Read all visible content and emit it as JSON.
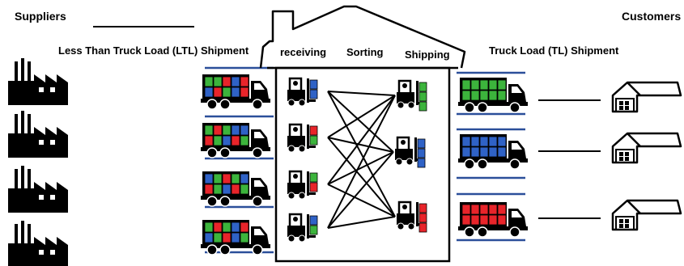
{
  "labels": {
    "suppliers": "Suppliers",
    "customers": "Customers",
    "ltl": "Less Than Truck Load (LTL) Shipment",
    "tl": "Truck Load (TL) Shipment",
    "receiving": "receiving",
    "sorting": "Sorting",
    "shipping": "Shipping"
  },
  "colors": {
    "red": "#e8242a",
    "green": "#3cb43c",
    "blue": "#2f62c6",
    "dock_line": "#2b4f9a",
    "black": "#000000"
  },
  "ltl_trucks": [
    {
      "cargo": [
        "g",
        "g",
        "r",
        "b",
        "r",
        "b",
        "r",
        "g",
        "b",
        "r"
      ]
    },
    {
      "cargo": [
        "g",
        "r",
        "g",
        "b",
        "b",
        "r",
        "g",
        "b",
        "r",
        "g"
      ]
    },
    {
      "cargo": [
        "b",
        "g",
        "r",
        "g",
        "b",
        "r",
        "g",
        "b",
        "r",
        "g"
      ]
    },
    {
      "cargo": [
        "g",
        "r",
        "g",
        "b",
        "r",
        "b",
        "g",
        "r",
        "b",
        "g"
      ]
    }
  ],
  "receiving_forklifts": [
    {
      "boxes": [
        "b",
        "b"
      ]
    },
    {
      "boxes": [
        "r",
        "g"
      ]
    },
    {
      "boxes": [
        "g",
        "r"
      ]
    },
    {
      "boxes": [
        "b",
        "g"
      ]
    }
  ],
  "shipping_forklifts": [
    {
      "color": "g"
    },
    {
      "color": "b"
    },
    {
      "color": "r"
    }
  ],
  "tl_trucks": [
    {
      "color": "g"
    },
    {
      "color": "b"
    },
    {
      "color": "r"
    }
  ]
}
